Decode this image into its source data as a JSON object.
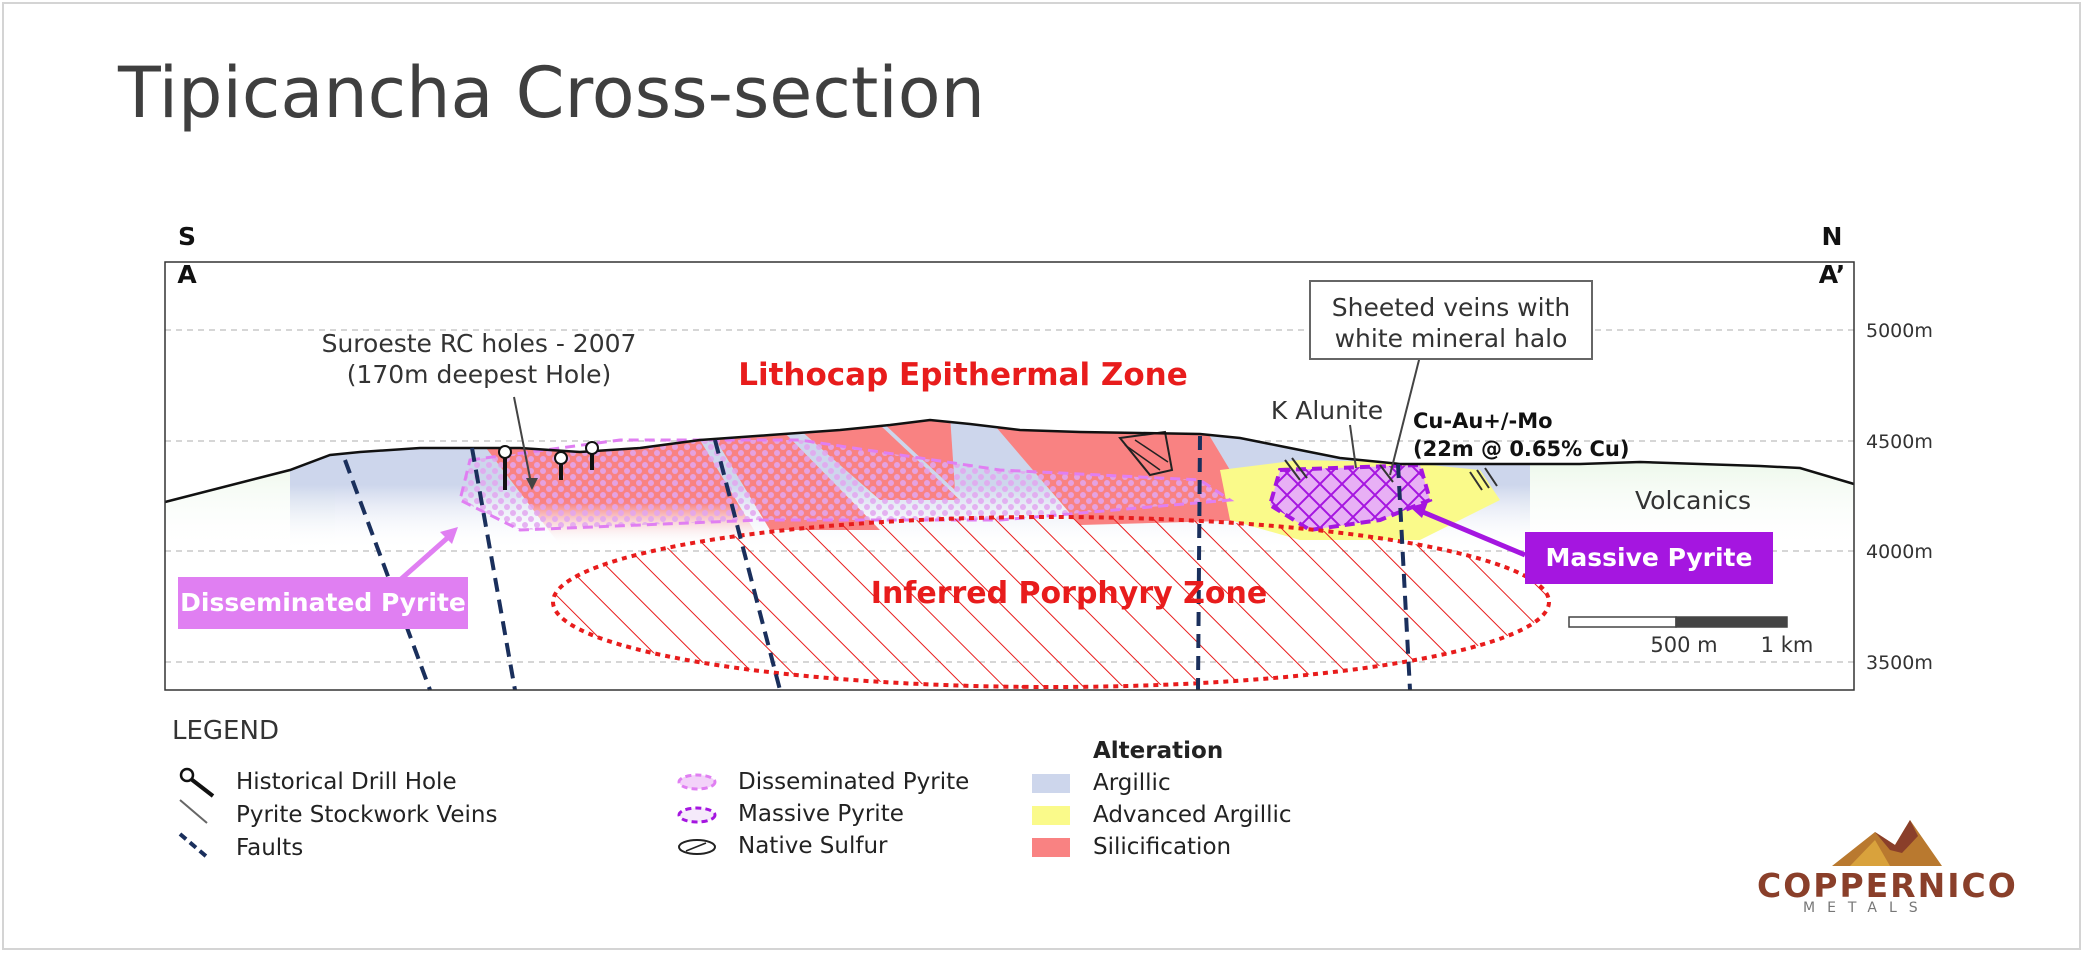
{
  "title": "Tipicancha Cross-section",
  "section": {
    "left_dir": "S",
    "left_id": "A",
    "right_dir": "N",
    "right_id": "A’"
  },
  "elevation_ticks": [
    "5000m",
    "4500m",
    "4000m",
    "3500m"
  ],
  "labels": {
    "drill_holes_line1": "Suroeste RC holes - 2007",
    "drill_holes_line2": "(170m deepest Hole)",
    "lithocap": "Lithocap Epithermal Zone",
    "porphyry": "Inferred Porphyry Zone",
    "sheeted_line1": "Sheeted veins with",
    "sheeted_line2": "white mineral halo",
    "k_alunite": "K Alunite",
    "cu_line1": "Cu-Au+/-Mo",
    "cu_line2": "(22m @ 0.65% Cu)",
    "volcanics": "Volcanics",
    "disseminated_pyrite": "Disseminated Pyrite",
    "massive_pyrite": "Massive Pyrite"
  },
  "scale_bar": {
    "label_500": "500 m",
    "label_1km": "1 km"
  },
  "legend": {
    "title": "LEGEND",
    "col1": [
      "Historical Drill Hole",
      "Pyrite Stockwork Veins",
      "Faults"
    ],
    "col2": [
      "Disseminated Pyrite",
      "Massive Pyrite",
      "Native Sulfur"
    ],
    "alteration_title": "Alteration",
    "col3": [
      "Argillic",
      "Advanced Argillic",
      "Silicification"
    ]
  },
  "colors": {
    "argillic": "#cdd6ec",
    "advanced_argillic": "#fafa8a",
    "silicification": "#f98282",
    "volcanics": "#d7efd3",
    "porphyry_red": "#e81c1c",
    "disseminated_pyrite": "#e07ff2",
    "massive_pyrite": "#a516e0",
    "fault_blue": "#1a2f5c"
  },
  "logo": {
    "name": "COPPERNICO",
    "sub": "METALS"
  }
}
